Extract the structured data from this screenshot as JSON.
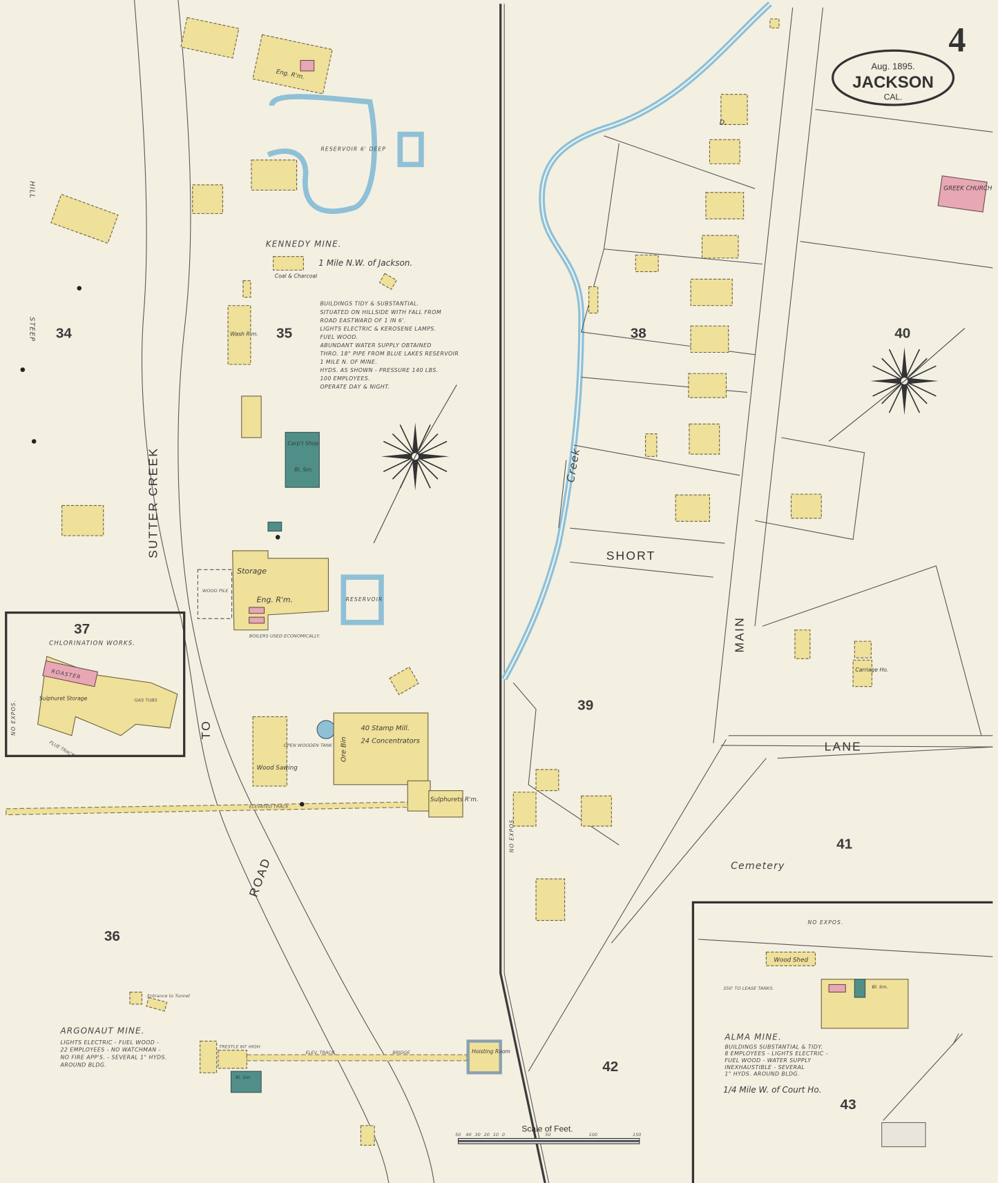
{
  "header": {
    "sheet_number": "4",
    "date": "Aug. 1895.",
    "city": "JACKSON",
    "state": "CAL."
  },
  "colors": {
    "paper": "#f3f0e2",
    "frame_building": "#efe09a",
    "stone_building": "#4f8f88",
    "brick_building": "#e8a7b4",
    "water": "#8fc0d6"
  },
  "blocks": [
    "34",
    "35",
    "36",
    "37",
    "38",
    "39",
    "40",
    "41",
    "42",
    "43"
  ],
  "streets": {
    "sutter_creek": "SUTTER  CREEK",
    "to": "TO",
    "road": "ROAD",
    "main": "MAIN",
    "short": "SHORT",
    "lane": "LANE",
    "creek": "Creek",
    "cemetery": "Cemetery",
    "hill": "HILL",
    "steep": "STEEP",
    "no_expos": "NO  EXPOS."
  },
  "kennedy_mine": {
    "title": "KENNEDY  MINE.",
    "location": "1 Mile N.W. of Jackson.",
    "notes": [
      "BUILDINGS TIDY & SUBSTANTIAL.",
      "SITUATED ON HILLSIDE WITH FALL FROM",
      "ROAD EASTWARD OF 1 IN 6'.",
      "LIGHTS ELECTRIC & KEROSENE LAMPS.",
      "FUEL WOOD.",
      "ABUNDANT WATER SUPPLY OBTAINED",
      "THRO. 18\" PIPE FROM BLUE LAKES RESERVOIR",
      "1 MILE N. OF MINE.",
      "HYDS. AS SHOWN - PRESSURE 140 LBS.",
      "100 EMPLOYEES.",
      "OPERATE DAY & NIGHT."
    ],
    "buildings": {
      "reservoir_top": "RESERVOIR 6' DEEP",
      "eng_rm_top": "Eng. R'm.",
      "carp_shop": "Carp't Shop",
      "bl_sm": "Bl. Sm.",
      "wash_rm": "Wash R'm.",
      "coal": "Coal & Charcoal",
      "storage": "Storage",
      "eng_rm": "Eng. R'm.",
      "reservoir": "RESERVOIR",
      "stamp_mill": "40 Stamp Mill.",
      "concentrators": "24 Concentrators",
      "ore_bin": "Ore Bin",
      "wood_sawing": "Wood Sawing",
      "sulphurets": "Sulphurets R'm.",
      "wood_pile": "WOOD PILE",
      "tank": "OPEN WOODEN TANK",
      "elev_track": "ELEVATED TRACK",
      "boilers": "BOILERS USED ECONOMICALLY."
    }
  },
  "chlorination_works": {
    "title": "CHLORINATION  WORKS.",
    "roaster": "ROASTER",
    "sulphuret_storage": "Sulphuret Storage",
    "gas_tubs": "GAS TUBS",
    "flue_track": "FLUE TRACK"
  },
  "argonaut_mine": {
    "title": "ARGONAUT  MINE.",
    "notes": [
      "LIGHTS ELECTRIC - FUEL WOOD -",
      "22 EMPLOYEES - NO WATCHMAN -",
      "NO FIRE APP'S. - SEVERAL 1\" HYDS.",
      "AROUND BLDG."
    ],
    "buildings": {
      "trestle": "TRESTLE 60' HIGH",
      "elev_track": "ELEV. TRACK",
      "bridge": "BRIDGE",
      "hoisting": "Hoisting Room",
      "bl_sm": "Bl. Sm.",
      "tunnel": "Entrance to Tunnel"
    }
  },
  "alma_mine": {
    "title": "ALMA  MINE.",
    "notes": [
      "BUILDINGS SUBSTANTIAL & TIDY.",
      "8 EMPLOYEES - LIGHTS ELECTRIC -",
      "FUEL WOOD - WATER SUPPLY",
      "INEXHAUSTIBLE - SEVERAL",
      "1\" HYDS. AROUND BLDG."
    ],
    "location": "1/4 Mile W. of Court Ho.",
    "buildings": {
      "wood_shed": "Wood Shed",
      "bl_sm": "Bl. Sm.",
      "lease_tanks": "350' TO LEASE TANKS."
    }
  },
  "other_labels": {
    "greek_church": "GREEK CHURCH",
    "dwelling": "D.",
    "carriage": "Carriage Ho."
  },
  "scale": {
    "title": "Scale of Feet.",
    "ticks": [
      "50",
      "40",
      "30",
      "20",
      "10",
      "0",
      "50",
      "100",
      "150"
    ]
  }
}
